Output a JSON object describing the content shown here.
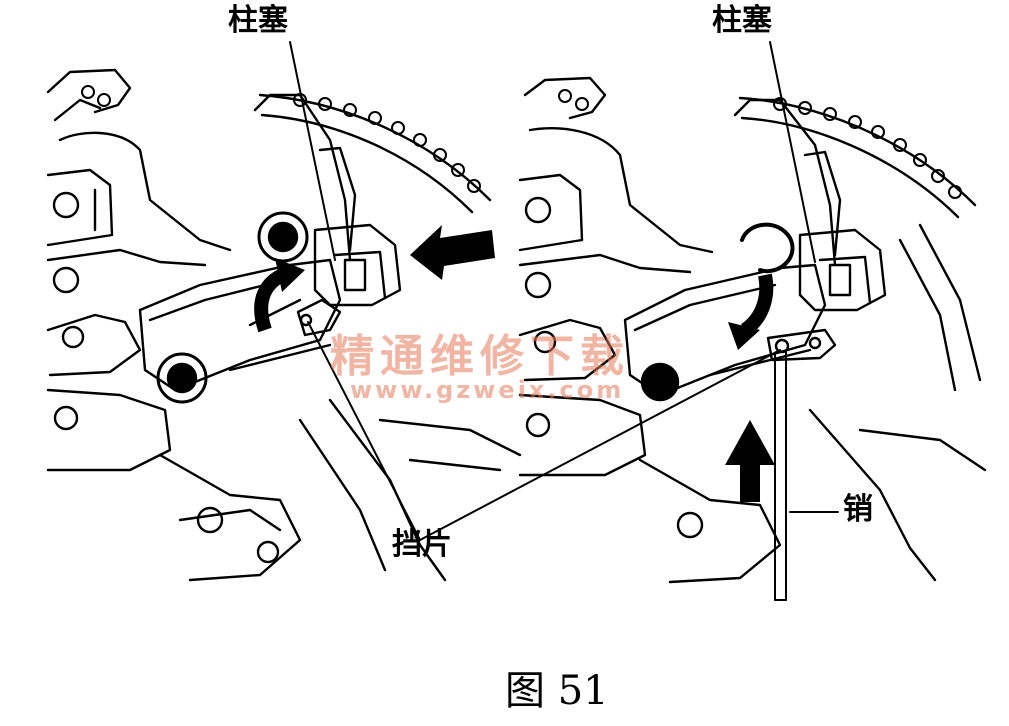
{
  "labels": {
    "plunger_left": "柱塞",
    "plunger_right": "柱塞",
    "stopper_plate": "挡片",
    "pin": "销"
  },
  "watermark": {
    "text": "精通维修下载",
    "url": "www.gzweix.com"
  },
  "caption": "图 51"
}
